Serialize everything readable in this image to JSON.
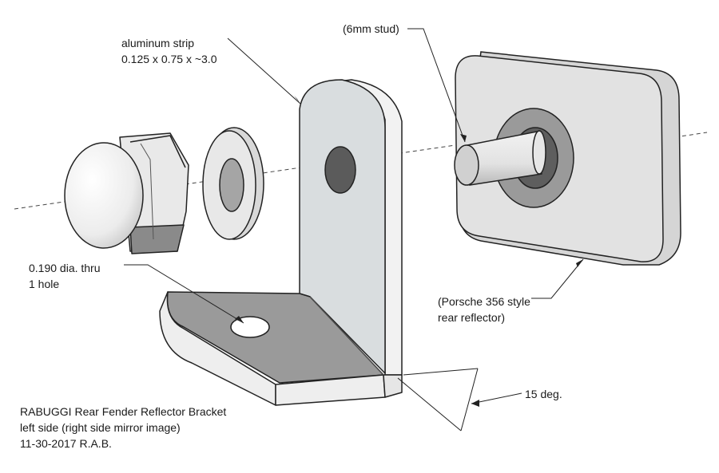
{
  "callouts": {
    "strip_line1": "aluminum strip",
    "strip_line2": "0.125 x 0.75 x ~3.0",
    "stud": "(6mm stud)",
    "hole_line1": "0.190 dia. thru",
    "hole_line2": "1 hole",
    "reflector_line1": "(Porsche 356 style",
    "reflector_line2": "rear reflector)",
    "angle": "15 deg."
  },
  "title_block": {
    "line1": "RABUGGI Rear Fender Reflector Bracket",
    "line2": "left side (right side mirror image)",
    "line3": "11-30-2017  R.A.B."
  },
  "colors": {
    "face_light": "#eeeeee",
    "face_mid": "#d9dddf",
    "face_dark": "#9a9a9a",
    "hole_dark": "#5b5b5b",
    "outline": "#222222"
  }
}
